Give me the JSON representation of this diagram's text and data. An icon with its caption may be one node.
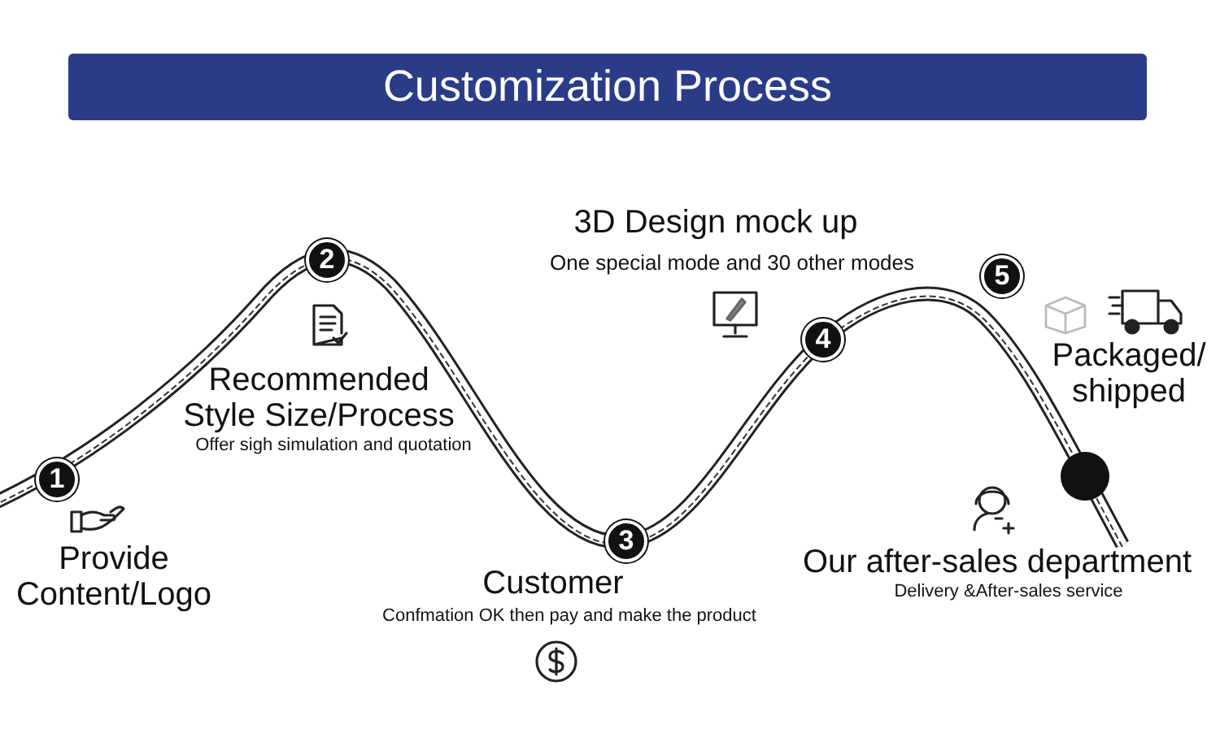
{
  "diagram": {
    "title": "Customization Process",
    "nodes": [
      {
        "text": [
          "1"
        ]
      },
      {
        "text": [
          "2"
        ]
      },
      {
        "text": [
          "3"
        ]
      },
      {
        "text": [
          "4"
        ]
      },
      {
        "text": [
          "5"
        ]
      },
      {
        "text": [],
        "shape": "circle"
      }
    ],
    "labels": [
      "Provide Content/Logo",
      "Recommended Style Size/Process",
      "Offer sigh simulation and quotation",
      "3D Design mock up",
      "One special mode and 30 other modes",
      "Customer",
      "Confmation OK then pay and make  the product",
      "Packaged/ shipped",
      "Our after-sales department",
      "Delivery &After-sales service"
    ]
  }
}
